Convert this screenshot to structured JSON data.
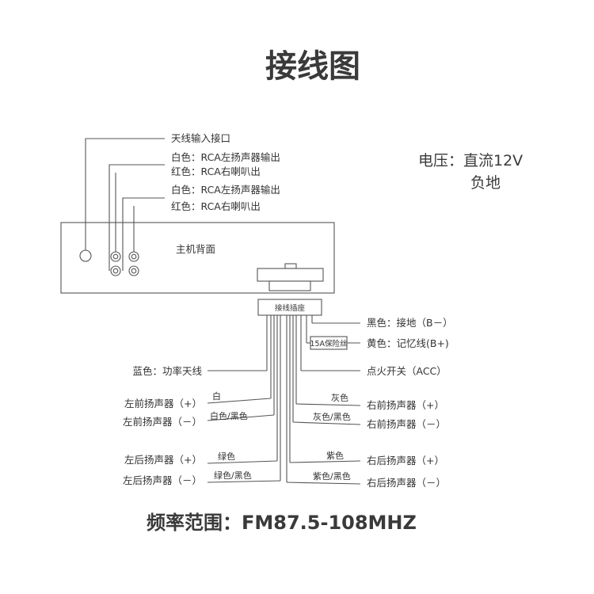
{
  "title": "接线图",
  "voltage": {
    "line1": "电压：直流12V",
    "line2": "负地"
  },
  "frequency": "频率范围：FM87.5-108MHZ",
  "unit": {
    "label": "主机背面"
  },
  "harness": {
    "label": "接线插座"
  },
  "fuse": {
    "label": "15A保险丝"
  },
  "top_labels": {
    "antenna": "天线输入接口",
    "rca1_white": "白色：RCA左扬声器输出",
    "rca1_red": "红色：RCA右喇叭出",
    "rca2_white": "白色：RCA左扬声器输出",
    "rca2_red": "红色：RCA右喇叭出"
  },
  "right_labels": {
    "black": "黑色：接地（B－）",
    "yellow": "黄色：记忆线(B+)",
    "acc": "点火开关（ACC）",
    "rf_pos": "右前扬声器（+）",
    "rf_neg": "右前扬声器（－）",
    "rr_pos": "右后扬声器（+）",
    "rr_neg": "右后扬声器（－）"
  },
  "left_labels": {
    "blue": "蓝色：功率天线",
    "lf_pos": "左前扬声器（+）",
    "lf_neg": "左前扬声器（－）",
    "lr_pos": "左后扬声器（+）",
    "lr_neg": "左后扬声器（－）"
  },
  "wire_colors": {
    "white": "白",
    "white_black": "白色/黑色",
    "green": "绿色",
    "green_black": "绿色/黑色",
    "gray": "灰色",
    "gray_black": "灰色/黑色",
    "purple": "紫色",
    "purple_black": "紫色/黑色"
  }
}
